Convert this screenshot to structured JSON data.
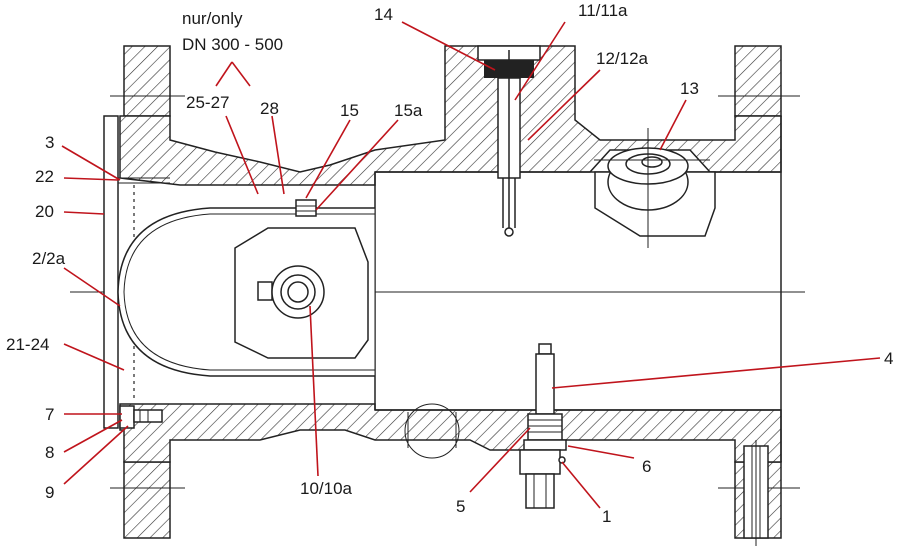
{
  "note": {
    "line1": "nur/only",
    "line2": "DN 300 - 500"
  },
  "labels": {
    "l14": "14",
    "l11": "11/11a",
    "l12": "12/12a",
    "l13": "13",
    "l2527": "25-27",
    "l28": "28",
    "l15": "15",
    "l15a": "15a",
    "l3": "3",
    "l22": "22",
    "l20": "20",
    "l22a": "2/2a",
    "l2124": "21-24",
    "l7": "7",
    "l8": "8",
    "l9": "9",
    "l1010a": "10/10a",
    "l4": "4",
    "l6": "6",
    "l5": "5",
    "l1": "1"
  },
  "colors": {
    "leader": "#c0141c",
    "line": "#222222"
  }
}
